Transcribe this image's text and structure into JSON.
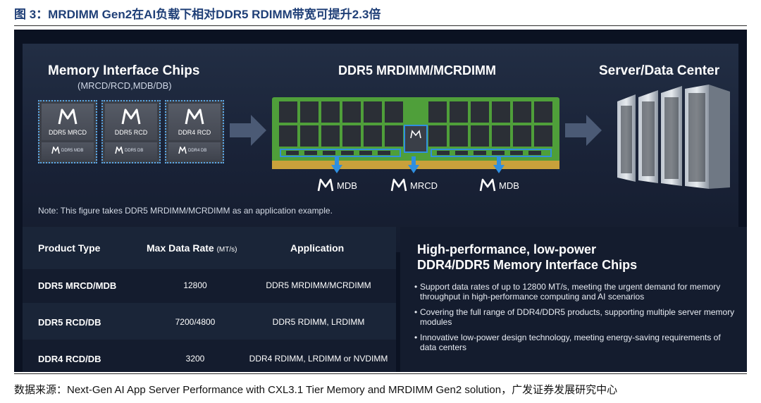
{
  "figure": {
    "title": "图 3：MRDIMM Gen2在AI负载下相对DDR5 RDIMM带宽可提升2.3倍",
    "source": "数据来源：Next-Gen AI App Server Performance with CXL3.1 Tier Memory and MRDIMM Gen2 solution，广发证券发展研究中心"
  },
  "diagram": {
    "chips_heading": "Memory Interface Chips",
    "chips_subheading": "(MRCD/RCD,MDB/DB)",
    "module_heading": "DDR5 MRDIMM/MCRDIMM",
    "server_heading": "Server/Data Center",
    "chips": [
      {
        "label": "DDR5 MRCD",
        "sublabel": "DDR5 MDB"
      },
      {
        "label": "DDR5 RCD",
        "sublabel": "DDR5 DB"
      },
      {
        "label": "DDR4 RCD",
        "sublabel": "DDR4 DB"
      }
    ],
    "module_callouts": {
      "left": "MDB",
      "center": "MRCD",
      "right": "MDB"
    },
    "note": "Note: This figure takes DDR5 MRDIMM/MCRDIMM as an application example."
  },
  "table": {
    "headers": {
      "product": "Product Type",
      "rate": "Max Data Rate",
      "rate_unit": "(MT/s)",
      "application": "Application"
    },
    "rows": [
      {
        "product": "DDR5 MRCD/MDB",
        "rate": "12800",
        "application": "DDR5 MRDIMM/MCRDIMM"
      },
      {
        "product": "DDR5 RCD/DB",
        "rate": "7200/4800",
        "application": "DDR5 RDIMM, LRDIMM"
      },
      {
        "product": "DDR4 RCD/DB",
        "rate": "3200",
        "application": "DDR4 RDIMM, LRDIMM or NVDIMM"
      }
    ]
  },
  "features": {
    "title_line1": "High-performance, low-power",
    "title_line2": "DDR4/DDR5 Memory Interface Chips",
    "bullets": [
      "Support data rates of up to 12800 MT/s, meeting the urgent demand for memory throughput in high-performance computing and AI scenarios",
      "Covering the full range of DDR4/DDR5 products, supporting multiple server memory modules",
      "Innovative low-power design technology, meeting energy-saving requirements of data centers"
    ]
  },
  "colors": {
    "title_blue": "#1f3f77",
    "panel_dark": "#0b1222",
    "accent_blue": "#2f8fe0",
    "pcb_green": "#4f9f3a"
  }
}
